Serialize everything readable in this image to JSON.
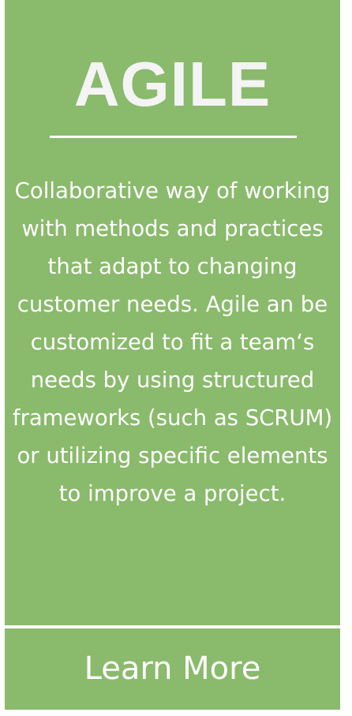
{
  "card": {
    "title": "AGILE",
    "description": "Collaborative way of working with methods and practices that adapt to changing customer needs. Agile an be customized to fit a team‘s needs by using structured frameworks (such as SCRUM) or utilizing specific elements to improve a project.",
    "cta_label": "Learn More",
    "background_color": "#8aba6c",
    "text_color": "#ffffff"
  }
}
